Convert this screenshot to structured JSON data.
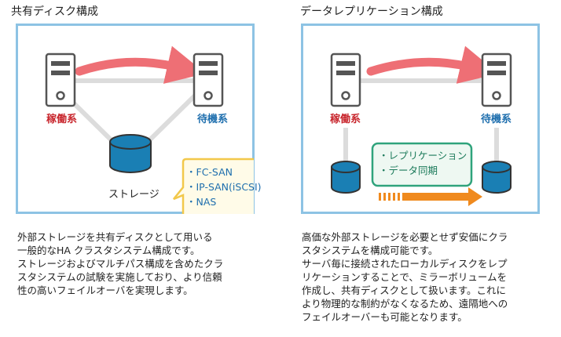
{
  "left": {
    "title": "共有ディスク構成",
    "active_label": "稼働系",
    "standby_label": "待機系",
    "storage_label": "ストレージ",
    "protocols": [
      "・FC-SAN",
      "・IP-SAN(iSCSI)",
      "・NAS"
    ],
    "description": "外部ストレージを共有ディスクとして用いる\n一般的なHA クラスタシステム構成です。\nストレージおよびマルチパス構成を含めたクラ\nスタシステムの試験を実施しており、より信頼\n性の高いフェイルオーバを実現します。"
  },
  "right": {
    "title": "データレプリケーション構成",
    "active_label": "稼働系",
    "standby_label": "待機系",
    "features": [
      "・レプリケーション",
      "・データ同期"
    ],
    "description": "高価な外部ストレージを必要とせず安価にクラ\nスタシステムを構成可能です。\nサーバ毎に接続されたローカルディスクをレプ\nリケーションすることで、ミラーボリュームを\n作成し、共有ディスクとして扱います。これに\nより物理的な制約がなくなるため、遠隔地への\nフェイルオーバーも可能となります。"
  },
  "colors": {
    "panel_border": "#8dc3e4",
    "active": "#c8262d",
    "standby": "#1f6fae",
    "disk": "#1a7fb4",
    "arrow": "#ee6f75",
    "callout_yellow": "#f2c84b",
    "callout_green": "#2fa37c",
    "sync_arrow": "#f08a1e"
  }
}
